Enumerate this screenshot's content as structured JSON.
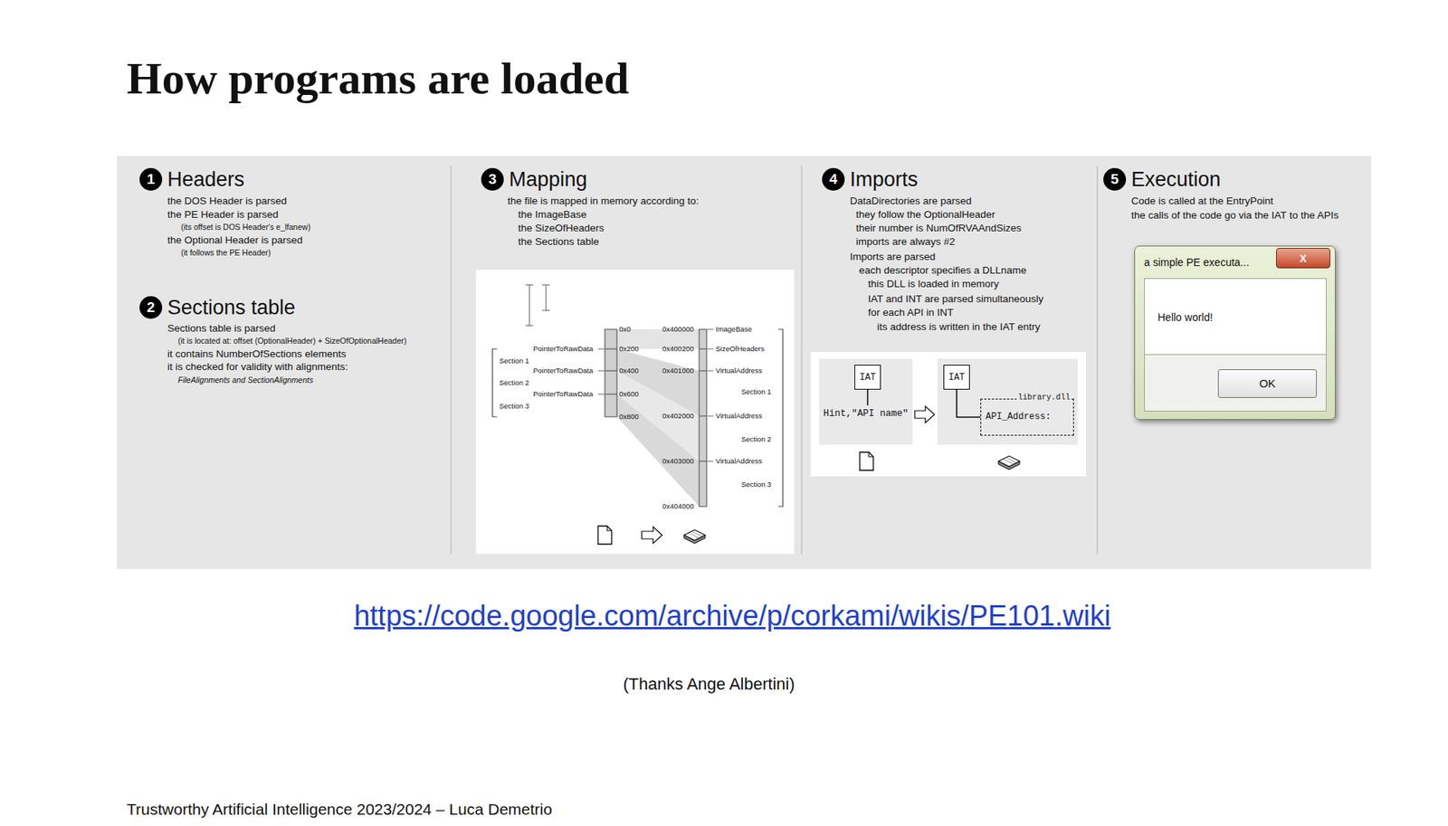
{
  "diagram": {
    "title": "How programs are loaded",
    "nodes": [
      {
        "text": [
          "1"
        ]
      },
      {
        "text": [
          "2"
        ]
      },
      {
        "text": [
          "3"
        ]
      },
      {
        "text": [
          "4"
        ]
      },
      {
        "text": [
          "5"
        ]
      },
      {
        "text": [
          "IAT"
        ]
      },
      {
        "text": [
          "IAT"
        ]
      },
      {
        "text": [
          "library.dll",
          "API_Address:"
        ]
      },
      {
        "text": [
          "a simple PE executa...",
          "Hello world!"
        ]
      },
      {
        "text": [
          "X"
        ],
        "in": 8
      },
      {
        "text": [
          "OK"
        ],
        "in": 8
      }
    ],
    "edges": [
      {
        "from": 6,
        "to": 7,
        "arrow": "none"
      }
    ],
    "labels": [
      "Headers",
      "the DOS Header is parsed",
      "the PE Header is parsed",
      "(its offset is DOS Header's e_lfanew)",
      "the Optional Header is parsed",
      "(it follows the PE Header)",
      "Sections table",
      "Sections table is parsed",
      "(it is located at: offset (OptionalHeader) + SizeOfOptionalHeader)",
      "it contains NumberOfSections elements",
      "it is checked for validity with alignments:",
      "FileAlignments and SectionAlignments",
      "Mapping",
      "the file is mapped in memory according to:",
      "the ImageBase",
      "the SizeOfHeaders",
      "the Sections table",
      "Section 1",
      "Section 2",
      "Section 3",
      "PointerToRawData",
      "PointerToRawData",
      "PointerToRawData",
      "0x0",
      "0x200",
      "0x400",
      "0x600",
      "0x800",
      "0x400000",
      "0x400200",
      "0x401000",
      "0x402000",
      "0x403000",
      "0x404000",
      "ImageBase",
      "SizeOfHeaders",
      "VirtualAddress",
      "Section 1",
      "VirtualAddress",
      "Section 2",
      "VirtualAddress",
      "Section 3",
      "Imports",
      "DataDirectories are parsed",
      "they follow the OptionalHeader",
      "their number is NumOfRVAAndSizes",
      "imports are always #2",
      "Imports are parsed",
      "each descriptor specifies a DLLname",
      "this DLL is loaded in memory",
      "IAT and INT are parsed simultaneously",
      "for each API in INT",
      "its address is written in the IAT entry",
      "Hint,\"API name\"",
      "Execution",
      "Code is called at the EntryPoint",
      "the calls of the code go via the IAT to the APIs",
      "https://code.google.com/archive/p/corkami/wikis/PE101.wiki",
      "(Thanks Ange Albertini)",
      "Trustworthy Artificial Intelligence 2023/2024 – Luca Demetrio"
    ]
  }
}
